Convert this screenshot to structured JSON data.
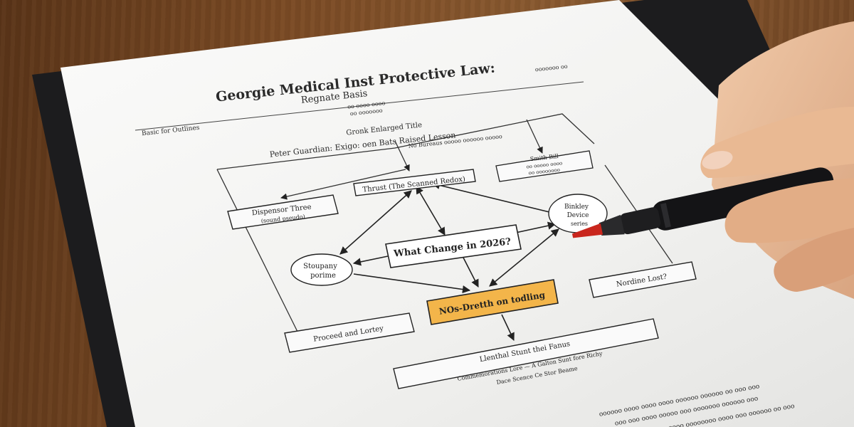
{
  "document": {
    "title": "Georgie Medical Inst Protective Law:",
    "subtitle": "Regnate Basis",
    "meta_lines": [
      "oo oooo oooo",
      "oo ooooooo"
    ],
    "top_right_note": "ooooooo oo",
    "left_label": "Basic for Outlines",
    "header_line1": "Gronk Enlarged Title",
    "header_line2": "Peter Guardian: Exigo: oen Bats Raised Lesson",
    "header_sub": "No Bureaus ooooo oooooo ooooo"
  },
  "diagram": {
    "nodes": {
      "top_center": "Thrust (The Scanned Redox)",
      "top_right": "Smith Bill",
      "top_right_sub": "oo ooooo oooo",
      "top_right_sub2": "oo oooooooo",
      "left_box": "Dispensor Three",
      "left_box_sub": "(sound pseudo)",
      "center": "What Change in 2026?",
      "left_circle": "Stoupany",
      "left_circle_sub": "porime",
      "right_circle": "Binkley",
      "right_circle_sub": "Device",
      "right_circle_sub2": "series",
      "highlight": "NOs-Dretth on todling",
      "bottom_left": "Proceed and Lortey",
      "bottom_right": "Nordine Lost?",
      "bottom_center": "Llenthal Stunt thei Fanus",
      "bottom_center_sub": "Commemorations Lore — A Galton Sunt fore Richy",
      "bottom_center_sub2": "Dace Scence Ce Stor Beame"
    },
    "footer_lines": [
      "oooooo oooo oooo oooo oooooo oooooo oo ooo ooo",
      "ooo ooo oooo ooooo ooo ooooooo oooooo ooo",
      "oo ooooo ooooo oooo oooo oooooooo oooo ooo oooooo oo ooo"
    ]
  },
  "colors": {
    "paper": "#f4f4f2",
    "highlight": "#f3b54a",
    "ink": "#222222",
    "marker_tip": "#c9261d"
  }
}
